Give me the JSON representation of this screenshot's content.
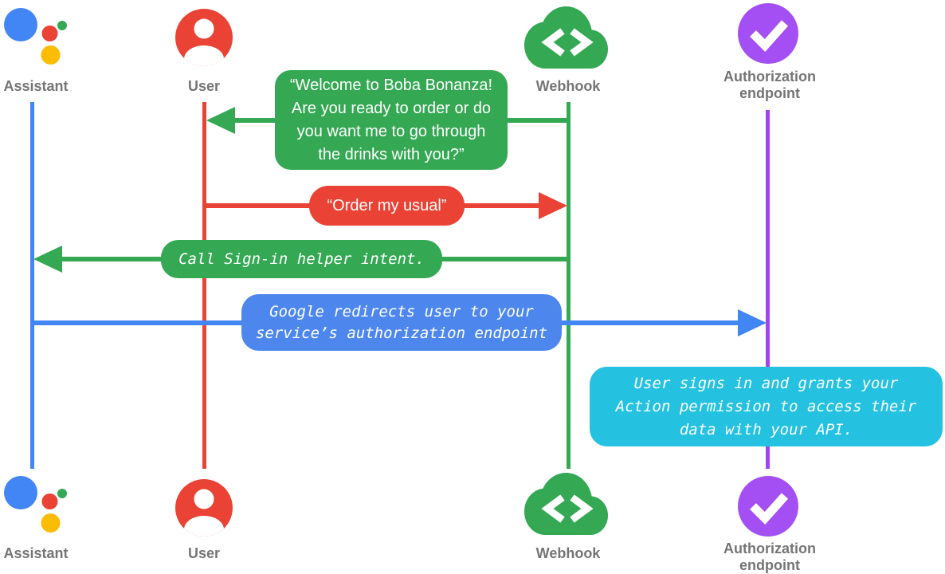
{
  "colors": {
    "blue": "#4285F4",
    "red": "#EA4335",
    "green": "#34A853",
    "yellow": "#FBBC04",
    "purple": "#A142F4",
    "purple_icon": "#A44FF3",
    "cyan": "#24C1E0",
    "bubble_blue": "#4D87EE",
    "label_gray": "#757575",
    "bubble_text": "#FFFFFF"
  },
  "actors": [
    {
      "id": "assistant",
      "label": "Assistant",
      "icon": "google-assistant-logo",
      "color": "#4285F4"
    },
    {
      "id": "user",
      "label": "User",
      "icon": "person-circle-icon",
      "color": "#EA4335"
    },
    {
      "id": "webhook",
      "label": "Webhook",
      "icon": "cloud-code-icon",
      "color": "#34A853"
    },
    {
      "id": "authorization_endpoint",
      "label": "Authorization\nendpoint",
      "icon": "check-circle-icon",
      "color": "#A142F4"
    }
  ],
  "messages": [
    {
      "from": "Webhook",
      "to": "User",
      "kind": "speech",
      "text": "“Welcome to Boba Bonanza!\nAre you ready to order or do\nyou want me to go through\nthe drinks with you?”",
      "bubble_color": "#34A853"
    },
    {
      "from": "User",
      "to": "Webhook",
      "kind": "speech",
      "text": "“Order my usual”",
      "bubble_color": "#EA4335"
    },
    {
      "from": "Webhook",
      "to": "Assistant",
      "kind": "action",
      "text": "Call Sign-in helper intent.",
      "bubble_color": "#34A853"
    },
    {
      "from": "Assistant",
      "to": "Authorization endpoint",
      "kind": "action",
      "text": "Google redirects user to your\nservice’s authorization endpoint",
      "bubble_color": "#4D87EE"
    },
    {
      "on": "Authorization endpoint",
      "kind": "note",
      "text": "User signs in and grants your\nAction permission to access their\ndata with your API.",
      "bubble_color": "#24C1E0"
    }
  ]
}
